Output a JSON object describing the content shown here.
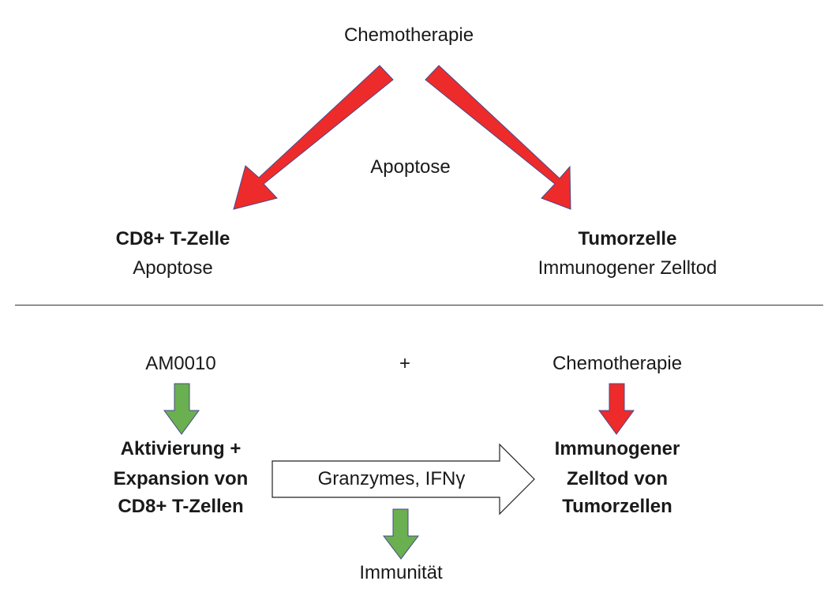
{
  "top": {
    "chemo_label": "Chemotherapie",
    "center_label": "Apoptose",
    "left_title": "CD8+ T-Zelle",
    "left_sub": "Apoptose",
    "right_title": "Tumorzelle",
    "right_sub": "Immunogener Zelltod"
  },
  "bottom": {
    "am_label": "AM0010",
    "plus_label": "+",
    "chemo_label": "Chemotherapie",
    "left_block": [
      "Aktivierung +",
      "Expansion von",
      "CD8+ T-Zellen"
    ],
    "arrow_label": "Granzymes, IFNγ",
    "right_block": [
      "Immunogener",
      "Zelltod von",
      "Tumorzellen"
    ],
    "immunity_label": "Immunität"
  },
  "colors": {
    "red_arrow": "#ee2b2b",
    "green_arrow": "#6aaf50",
    "outline": "#4a4a8a"
  }
}
